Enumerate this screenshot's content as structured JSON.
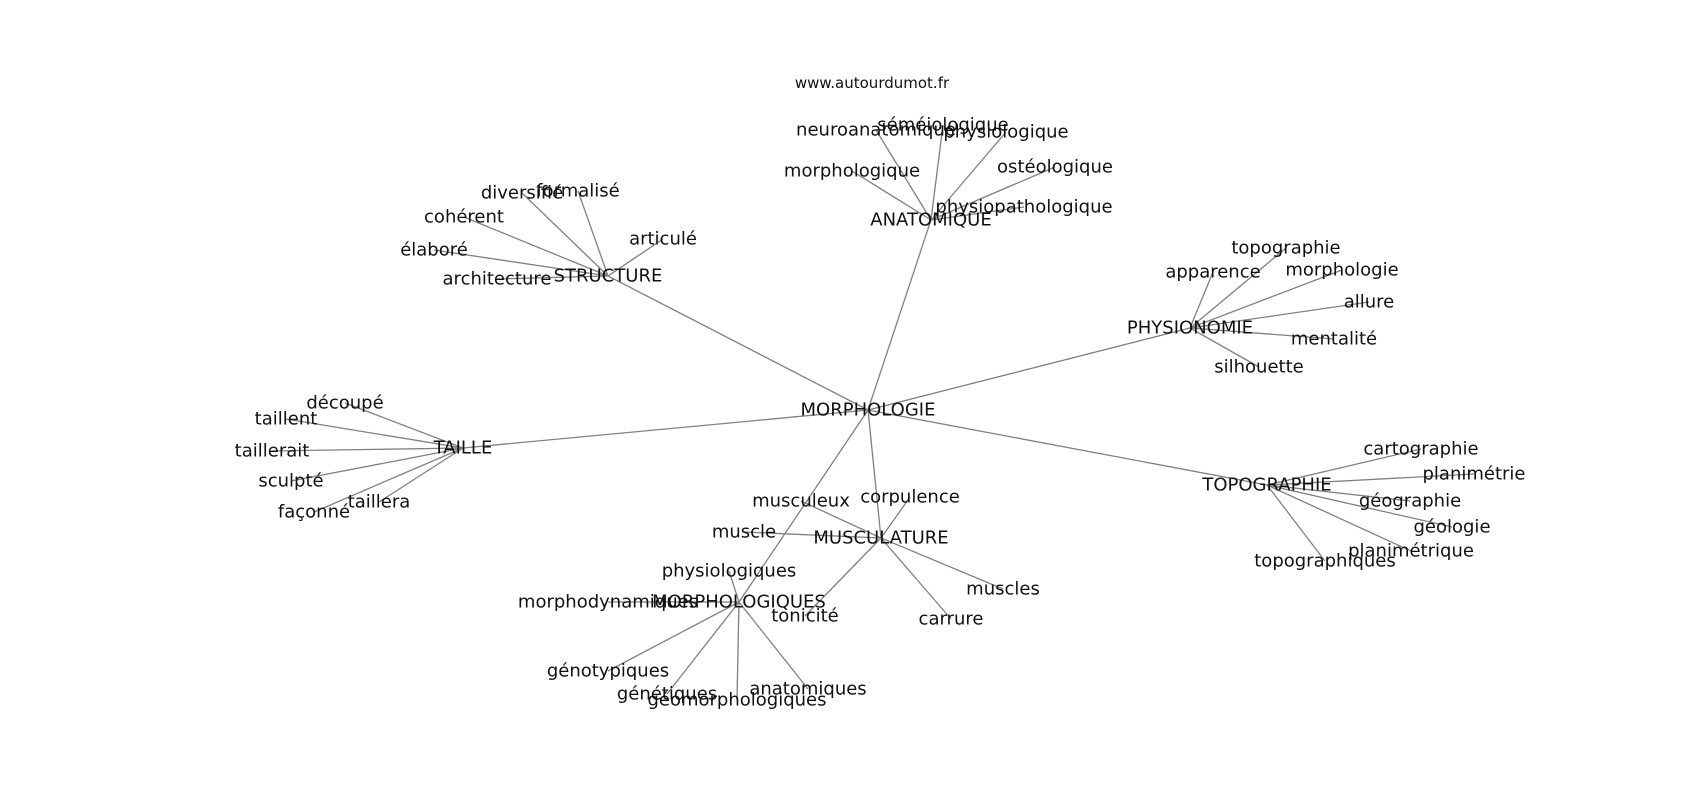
{
  "source": "www.autourdumot.fr",
  "edge_color": "#808080",
  "text_color": "#111111",
  "graph": {
    "center": "MORPHOLOGIE",
    "clusters": [
      {
        "hub": "ANATOMIQUE",
        "leaves": [
          "neuroanatomique",
          "séméiologique",
          "physiologique",
          "morphologique",
          "ostéologique",
          "physiopathologique"
        ]
      },
      {
        "hub": "STRUCTURE",
        "leaves": [
          "diversifié",
          "formalisé",
          "cohérent",
          "articulé",
          "élaboré",
          "architecture"
        ]
      },
      {
        "hub": "PHYSIONOMIE",
        "leaves": [
          "topographie",
          "apparence",
          "morphologie",
          "allure",
          "mentalité",
          "silhouette"
        ]
      },
      {
        "hub": "TAILLE",
        "leaves": [
          "découpé",
          "taillent",
          "taillerait",
          "sculpté",
          "taillera",
          "façonné"
        ]
      },
      {
        "hub": "TOPOGRAPHIE",
        "leaves": [
          "cartographie",
          "planimétrie",
          "géographie",
          "géologie",
          "planimétrique",
          "topographiques"
        ]
      },
      {
        "hub": "MUSCULATURE",
        "leaves": [
          "musculeux",
          "corpulence",
          "muscle",
          "muscles",
          "tonicité",
          "carrure"
        ]
      },
      {
        "hub": "MORPHOLOGIQUES",
        "leaves": [
          "physiologiques",
          "morphodynamiques",
          "génotypiques",
          "génétiques",
          "géomorphologiques",
          "anatomiques"
        ]
      }
    ]
  }
}
